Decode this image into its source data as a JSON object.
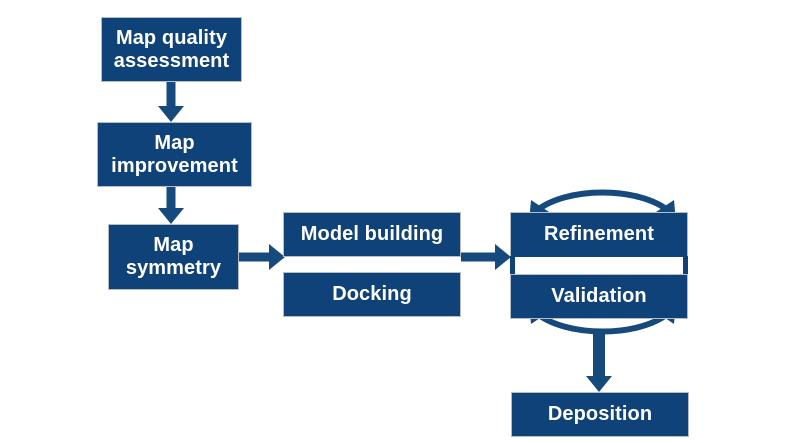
{
  "diagram": {
    "title_text": "",
    "accent_color": "#0F4278",
    "arrow_color": "#174A7C",
    "border_color": "#b8bcc4",
    "background": "#ffffff",
    "nodes": [
      {
        "id": "map-quality-assessment",
        "label": "Map quality\nassessment"
      },
      {
        "id": "map-improvement",
        "label": "Map\nimprovement"
      },
      {
        "id": "map-symmetry",
        "label": "Map\nsymmetry"
      },
      {
        "id": "model-building",
        "label": "Model building"
      },
      {
        "id": "docking",
        "label": "Docking"
      },
      {
        "id": "refinement",
        "label": "Refinement"
      },
      {
        "id": "validation",
        "label": "Validation"
      },
      {
        "id": "deposition",
        "label": "Deposition"
      }
    ],
    "connectors": [
      {
        "id": "quality-to-improvement",
        "kind": "vertical-arrow"
      },
      {
        "id": "improvement-to-symmetry",
        "kind": "vertical-arrow"
      },
      {
        "id": "symmetry-to-build-dock",
        "kind": "horizontal-arrow"
      },
      {
        "id": "build-dock-to-cycle",
        "kind": "horizontal-arrow"
      },
      {
        "id": "cycle-to-deposition",
        "kind": "vertical-arrow"
      },
      {
        "id": "refinement-validation-cycle-top",
        "kind": "curved-double-arrow"
      },
      {
        "id": "refinement-validation-cycle-bottom",
        "kind": "curved-double-arrow"
      }
    ]
  }
}
